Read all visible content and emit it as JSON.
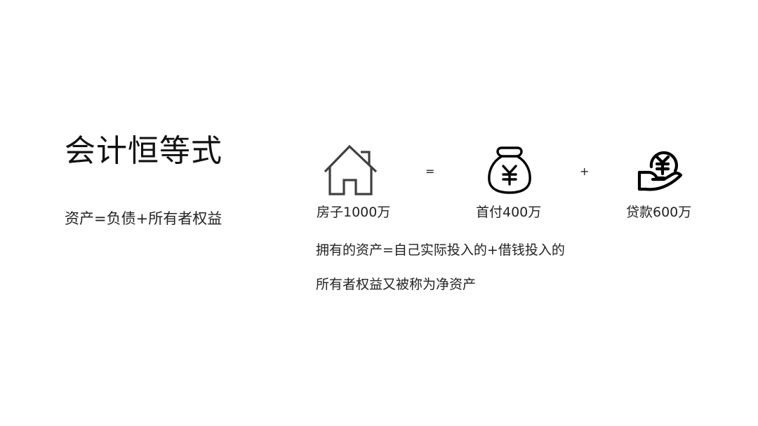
{
  "slide": {
    "title": "会计恒等式",
    "formula": "资产=负债+所有者权益"
  },
  "equation": {
    "items": [
      {
        "icon": "house-icon",
        "label": "房子1000万"
      },
      {
        "icon": "money-bag-yen-icon",
        "label": "首付400万"
      },
      {
        "icon": "hand-holding-yen-coin-icon",
        "label": "贷款600万"
      }
    ],
    "operators": [
      "=",
      "+"
    ]
  },
  "explanation": {
    "line1": "拥有的资产=自己实际投入的+借钱投入的",
    "line2": "所有者权益又被称为净资产"
  },
  "colors": {
    "background": "#ffffff",
    "text": "#222222",
    "house_icon": "#404040",
    "other_icons": "#000000"
  }
}
